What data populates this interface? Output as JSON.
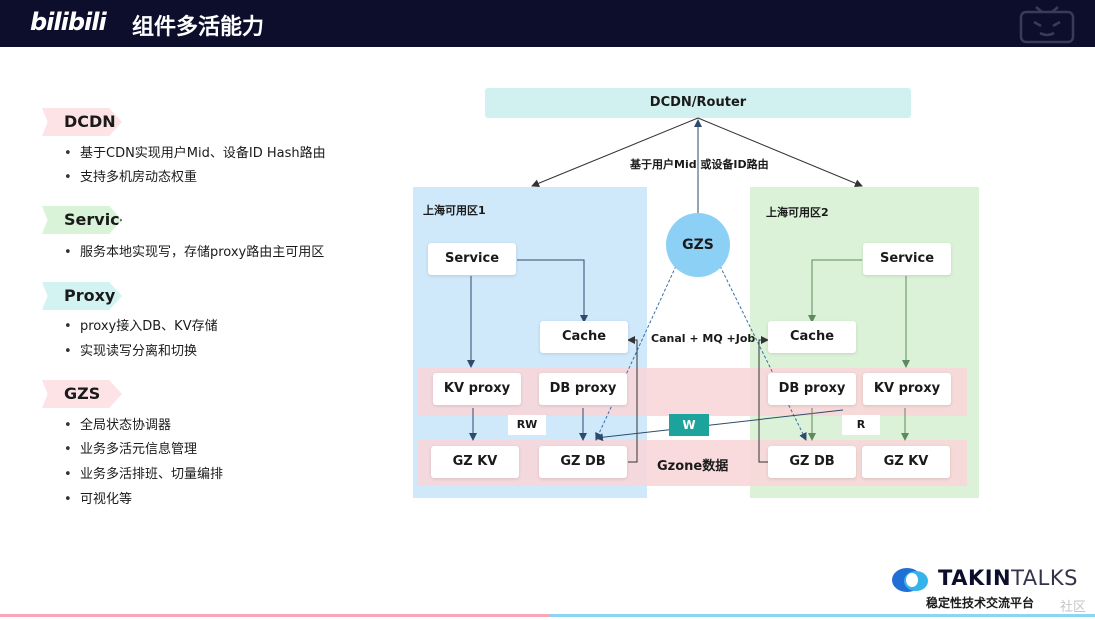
{
  "header": {
    "logo": "bilibili",
    "title": "组件多活能力"
  },
  "left": {
    "sections": [
      {
        "tag": "DCDN",
        "bullets": [
          "基于CDN实现用户Mid、设备ID Hash路由",
          "支持多机房动态权重"
        ]
      },
      {
        "tag": "Service",
        "bullets": [
          "服务本地实现写，存储proxy路由主可用区"
        ]
      },
      {
        "tag": "Proxy",
        "bullets": [
          "proxy接入DB、KV存储",
          "实现读写分离和切换"
        ]
      },
      {
        "tag": "GZS",
        "bullets": [
          "全局状态协调器",
          "业务多活元信息管理",
          "业务多活排班、切量编排",
          "可视化等"
        ]
      }
    ]
  },
  "diagram": {
    "router": "DCDN/Router",
    "route_label": "基于用户Mid 或设备ID路由",
    "zone1_label": "上海可用区1",
    "zone2_label": "上海可用区2",
    "gzs": "GZS",
    "canal_label": "Canal + MQ +Job",
    "gzone_label": "Gzone数据",
    "rw_label": "RW",
    "w_label": "W",
    "r_label": "R",
    "zone1": {
      "service": "Service",
      "cache": "Cache",
      "kv_proxy": "KV proxy",
      "db_proxy": "DB proxy",
      "gz_kv": "GZ KV",
      "gz_db": "GZ DB"
    },
    "zone2": {
      "service": "Service",
      "cache": "Cache",
      "kv_proxy": "KV proxy",
      "db_proxy": "DB proxy",
      "gz_kv": "GZ KV",
      "gz_db": "GZ DB"
    }
  },
  "footer": {
    "brand_a": "TAKIN",
    "brand_b": "TALKS",
    "tagline": "稳定性技术交流平台",
    "watermark": "社区"
  }
}
